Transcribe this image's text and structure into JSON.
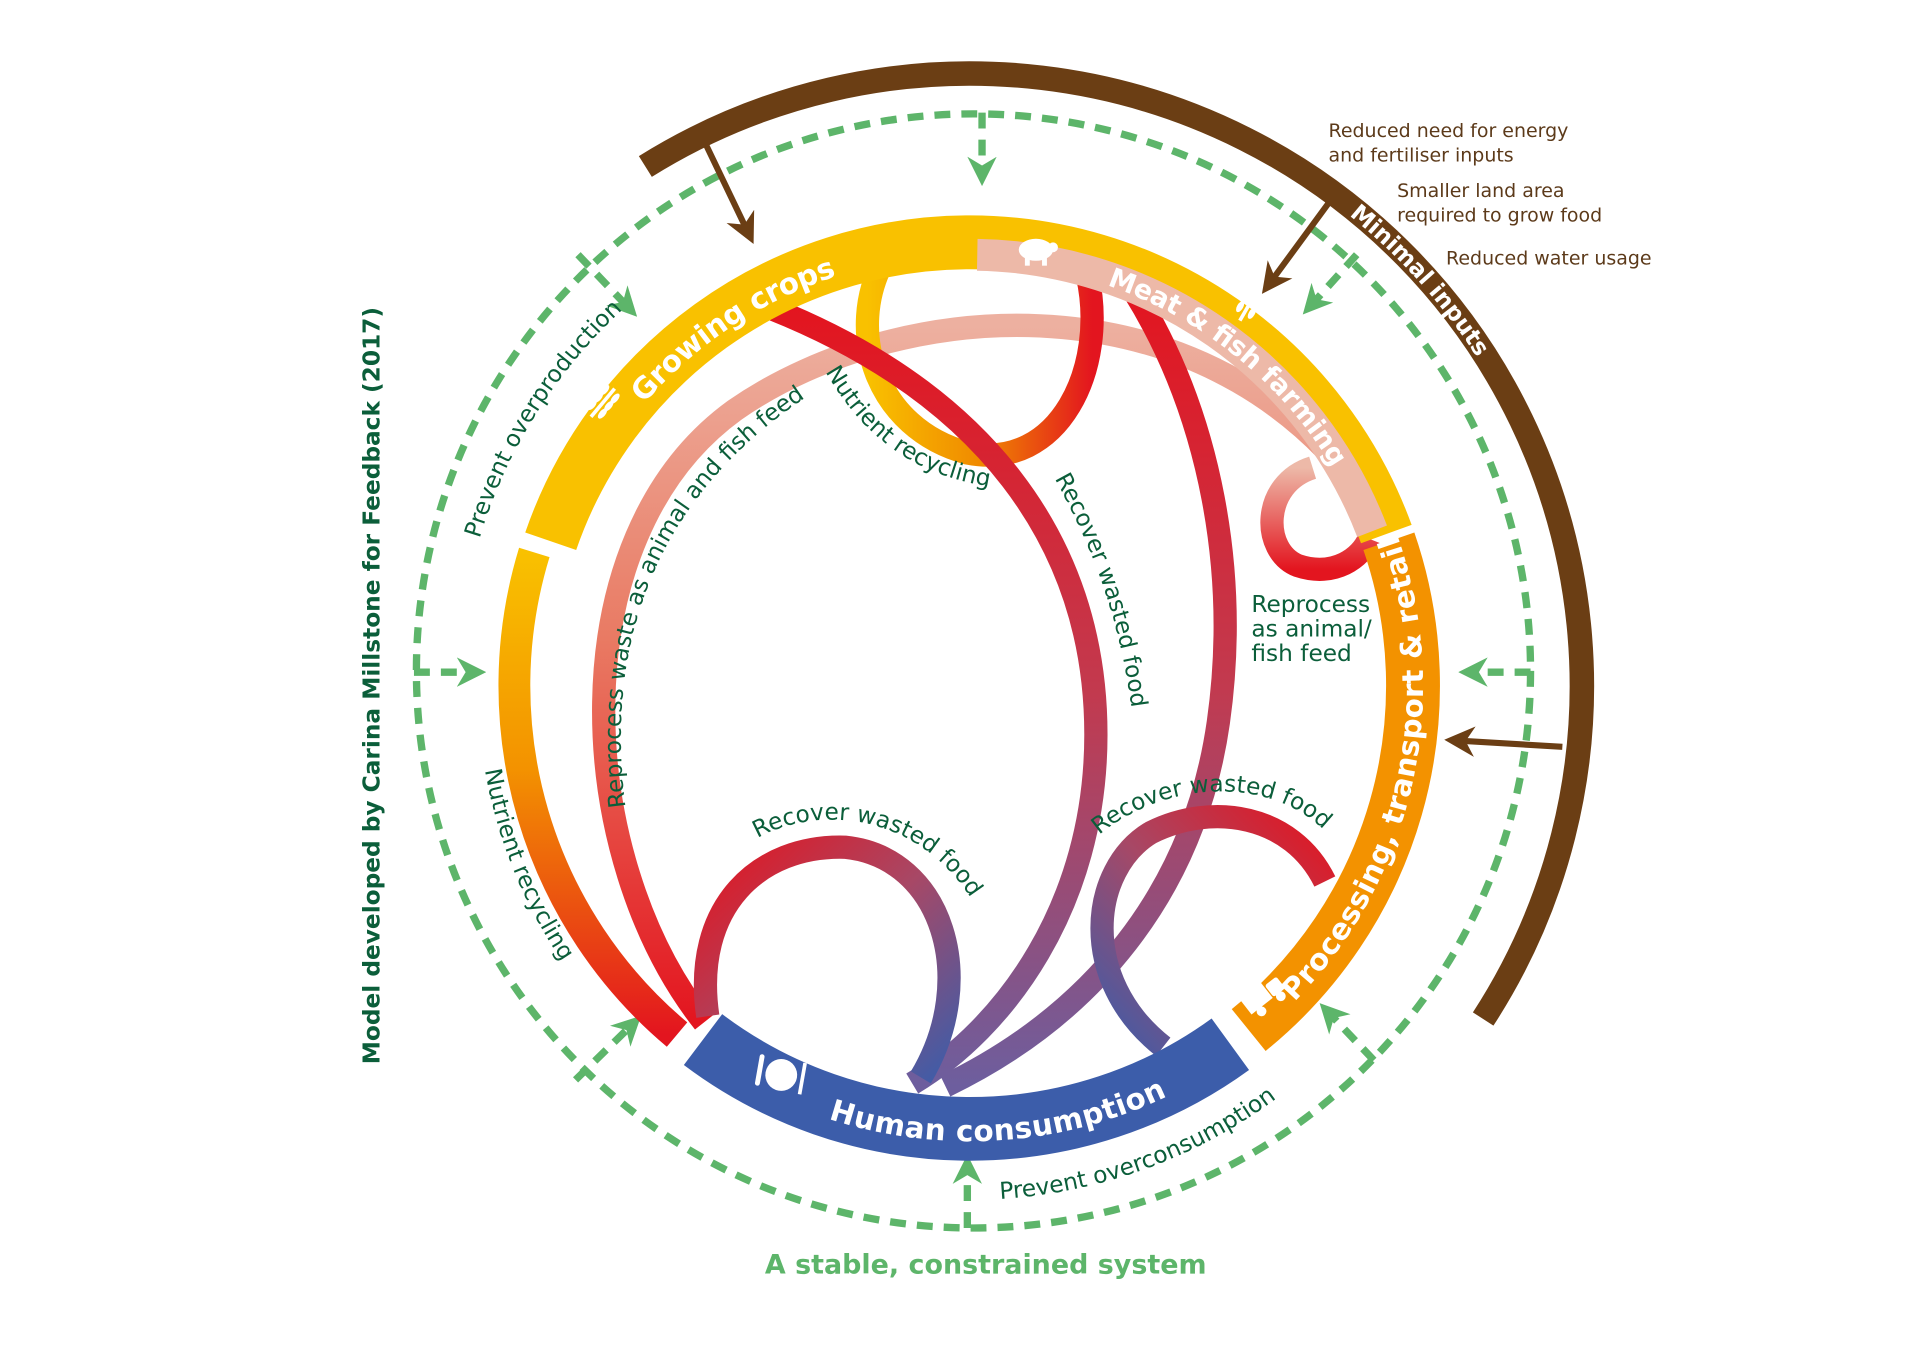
{
  "side_credit": "Model developed by Carina Millstone for Feedback (2017)",
  "stages": {
    "growing_crops": "Growing crops",
    "meat_fish_farming": "Meat & fish farming",
    "processing": "Processing, transport & retail",
    "human_consumption": "Human consumption"
  },
  "flows": {
    "reprocess_feed_long": "Reprocess waste as animal and fish feed",
    "nutrient_recycling_inner": "Nutrient recycling",
    "recover_wasted_food_center": "Recover wasted food",
    "reprocess_feed_short": [
      "Reprocess",
      "as animal/",
      "fish feed"
    ],
    "recover_wasted_food_left": "Recover wasted food",
    "recover_wasted_food_right": "Recover wasted food",
    "nutrient_recycling_outer": "Nutrient recycling"
  },
  "outer": {
    "minimal_inputs": "Minimal inputs",
    "notes": [
      [
        "Reduced need for energy",
        "and fertiliser inputs"
      ],
      [
        "Smaller land area",
        "required to grow food"
      ],
      [
        "Reduced water usage"
      ]
    ],
    "prevent_overproduction": "Prevent overproduction",
    "prevent_overconsumption": "Prevent overconsumption",
    "system_label": "A stable, constrained system"
  },
  "icons": [
    "wheat-icon",
    "pig-icon",
    "fish-wheat-icon",
    "plate-cutlery-icon",
    "truck-icon"
  ],
  "colors": {
    "growing_crops": "#F9C100",
    "meat_fish": "#EDB9A8",
    "processing": "#F39200",
    "human": "#3C5DAA",
    "inputs": "#6B3E14",
    "constraint": "#5DB56A",
    "label_green": "#0B5E3A"
  }
}
